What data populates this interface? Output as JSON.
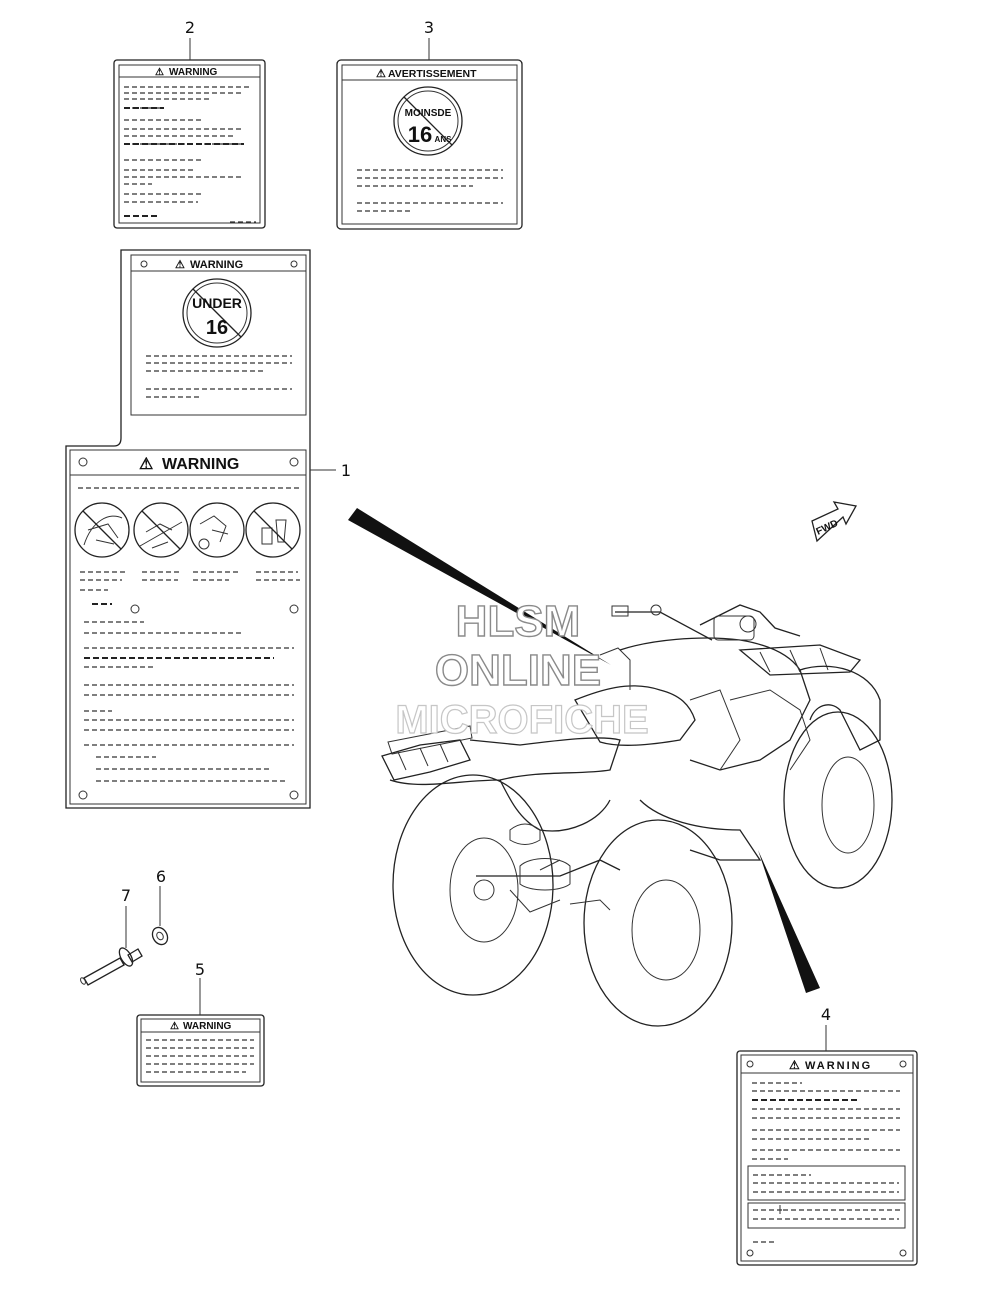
{
  "callouts": [
    "1",
    "2",
    "3",
    "4",
    "5",
    "6",
    "7"
  ],
  "labels": {
    "label1_top_title": "WARNING",
    "label1_top_sign_line1": "UNDER",
    "label1_top_sign_line2": "16",
    "label1_main_title": "WARNING",
    "label2_title": "WARNING",
    "label3_title": "AVERTISSEMENT",
    "label3_sign_line1": "MOINSDE",
    "label3_sign_line2": "16",
    "label3_sign_line3": "ANS",
    "label4_title": "WARNING",
    "label5_title": "WARNING"
  },
  "vehicle_marker": "FWD",
  "watermark": [
    "HLSM",
    "ONLINE",
    "MICROFICHE"
  ]
}
